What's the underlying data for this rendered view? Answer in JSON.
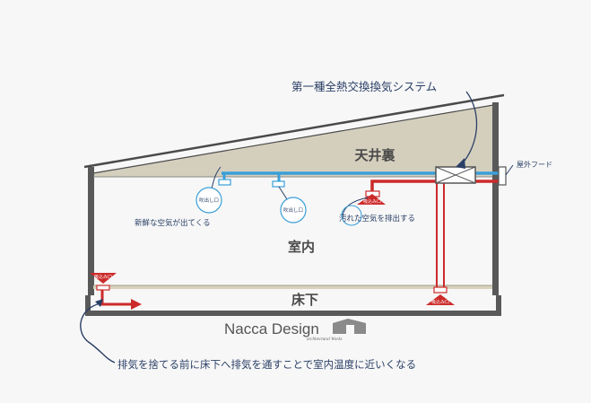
{
  "title": "第一種全熱交換換気システム",
  "zones": {
    "attic": "天井裏",
    "room": "室内",
    "underfloor": "床下"
  },
  "labels": {
    "outdoor_hood": "屋外フード",
    "supply_outlet": "吹出し口",
    "intake": "吸込み口",
    "fresh_air": "新鮮な空気が出てくる",
    "dirty_air": "汚れた空気を排出する",
    "footer_note": "排気を捨てる前に床下へ排気を通すことで室内温度に近いくなる"
  },
  "logo": {
    "main": "Nacca Design",
    "sub": "architectural Works"
  },
  "colors": {
    "supply": "#3a9fd9",
    "exhaust": "#cc2a2a",
    "attic_fill": "#d4cfbd",
    "wall": "#595959",
    "annotation": "#2a3f66"
  }
}
